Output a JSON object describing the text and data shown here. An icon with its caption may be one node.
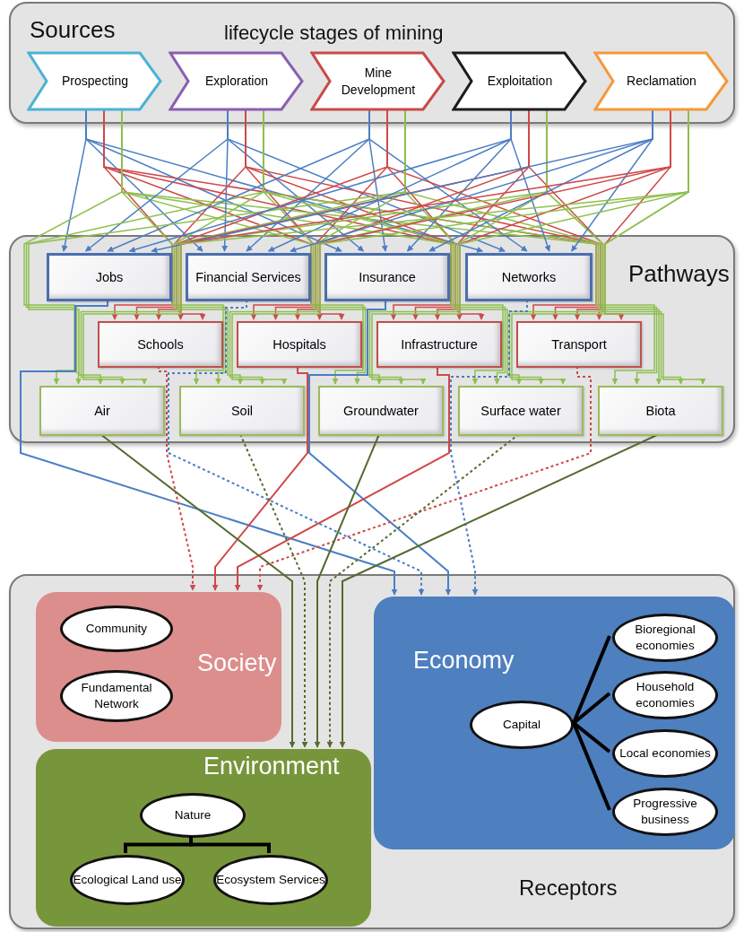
{
  "diagram": {
    "nodes": [
      {
        "text": [
          "Sources",
          "lifecycle stages of mining"
        ]
      },
      {
        "text": [
          "Prospecting"
        ],
        "in": 0
      },
      {
        "text": [
          "Exploration"
        ],
        "in": 0
      },
      {
        "text": [
          "Mine Development"
        ],
        "in": 0
      },
      {
        "text": [
          "Exploitation"
        ],
        "in": 0
      },
      {
        "text": [
          "Reclamation"
        ],
        "in": 0
      },
      {
        "text": [
          "Pathways"
        ]
      },
      {
        "text": [
          "Jobs"
        ],
        "in": 6
      },
      {
        "text": [
          "Financial Services"
        ],
        "in": 6
      },
      {
        "text": [
          "Insurance"
        ],
        "in": 6
      },
      {
        "text": [
          "Networks"
        ],
        "in": 6
      },
      {
        "text": [
          "Schools"
        ],
        "in": 6
      },
      {
        "text": [
          "Hospitals"
        ],
        "in": 6
      },
      {
        "text": [
          "Infrastructure"
        ],
        "in": 6
      },
      {
        "text": [
          "Transport"
        ],
        "in": 6
      },
      {
        "text": [
          "Air"
        ],
        "in": 6
      },
      {
        "text": [
          "Soil"
        ],
        "in": 6
      },
      {
        "text": [
          "Groundwater"
        ],
        "in": 6
      },
      {
        "text": [
          "Surface water"
        ],
        "in": 6
      },
      {
        "text": [
          "Biota"
        ],
        "in": 6
      },
      {
        "text": [
          "Receptors"
        ]
      },
      {
        "text": [
          "Society"
        ],
        "in": 20
      },
      {
        "text": [
          "Community"
        ],
        "in": 21
      },
      {
        "text": [
          "Fundamental Network"
        ],
        "in": 21
      },
      {
        "text": [
          "Environment"
        ],
        "in": 20
      },
      {
        "text": [
          "Nature"
        ],
        "in": 24
      },
      {
        "text": [
          "Ecological Land use"
        ],
        "in": 24
      },
      {
        "text": [
          "Ecosystem Services"
        ],
        "in": 24
      },
      {
        "text": [
          "Economy"
        ],
        "in": 20
      },
      {
        "text": [
          "Capital"
        ],
        "in": 28
      },
      {
        "text": [
          "Bioregional economies"
        ],
        "in": 28
      },
      {
        "text": [
          "Household economies"
        ],
        "in": 28
      },
      {
        "text": [
          "Local economies"
        ],
        "in": 28
      },
      {
        "text": [
          "Progressive business"
        ],
        "in": 28
      }
    ],
    "edges": [
      {
        "from": 1,
        "to": 7,
        "arrow": "to",
        "color": "#4a7ec4"
      },
      {
        "from": 1,
        "to": 8,
        "arrow": "to",
        "color": "#4a7ec4"
      },
      {
        "from": 1,
        "to": 9,
        "arrow": "to",
        "color": "#4a7ec4"
      },
      {
        "from": 1,
        "to": 10,
        "arrow": "to",
        "color": "#4a7ec4"
      },
      {
        "from": 1,
        "to": 11,
        "arrow": "to",
        "color": "#d04848"
      },
      {
        "from": 1,
        "to": 12,
        "arrow": "to",
        "color": "#d04848"
      },
      {
        "from": 1,
        "to": 13,
        "arrow": "to",
        "color": "#d04848"
      },
      {
        "from": 1,
        "to": 14,
        "arrow": "to",
        "color": "#d04848"
      },
      {
        "from": 1,
        "to": 15,
        "arrow": "to"
      },
      {
        "from": 1,
        "to": 16,
        "arrow": "to"
      },
      {
        "from": 1,
        "to": 17,
        "arrow": "to"
      },
      {
        "from": 1,
        "to": 18,
        "arrow": "to"
      },
      {
        "from": 1,
        "to": 19,
        "arrow": "to"
      },
      {
        "from": 2,
        "to": 7,
        "arrow": "to",
        "color": "#4a7ec4"
      },
      {
        "from": 2,
        "to": 8,
        "arrow": "to",
        "color": "#4a7ec4"
      },
      {
        "from": 2,
        "to": 9,
        "arrow": "to",
        "color": "#4a7ec4"
      },
      {
        "from": 2,
        "to": 10,
        "arrow": "to",
        "color": "#4a7ec4"
      },
      {
        "from": 2,
        "to": 11,
        "arrow": "to",
        "color": "#d04848"
      },
      {
        "from": 2,
        "to": 12,
        "arrow": "to",
        "color": "#d04848"
      },
      {
        "from": 2,
        "to": 13,
        "arrow": "to",
        "color": "#d04848"
      },
      {
        "from": 2,
        "to": 14,
        "arrow": "to",
        "color": "#d04848"
      },
      {
        "from": 2,
        "to": 15,
        "arrow": "to"
      },
      {
        "from": 2,
        "to": 16,
        "arrow": "to"
      },
      {
        "from": 2,
        "to": 17,
        "arrow": "to"
      },
      {
        "from": 2,
        "to": 18,
        "arrow": "to"
      },
      {
        "from": 2,
        "to": 19,
        "arrow": "to"
      },
      {
        "from": 3,
        "to": 7,
        "arrow": "to",
        "color": "#4a7ec4"
      },
      {
        "from": 3,
        "to": 8,
        "arrow": "to",
        "color": "#4a7ec4"
      },
      {
        "from": 3,
        "to": 9,
        "arrow": "to",
        "color": "#4a7ec4"
      },
      {
        "from": 3,
        "to": 10,
        "arrow": "to",
        "color": "#4a7ec4"
      },
      {
        "from": 3,
        "to": 11,
        "arrow": "to",
        "color": "#d04848"
      },
      {
        "from": 3,
        "to": 12,
        "arrow": "to",
        "color": "#d04848"
      },
      {
        "from": 3,
        "to": 13,
        "arrow": "to",
        "color": "#d04848"
      },
      {
        "from": 3,
        "to": 14,
        "arrow": "to",
        "color": "#d04848"
      },
      {
        "from": 3,
        "to": 15,
        "arrow": "to"
      },
      {
        "from": 3,
        "to": 16,
        "arrow": "to"
      },
      {
        "from": 3,
        "to": 17,
        "arrow": "to"
      },
      {
        "from": 3,
        "to": 18,
        "arrow": "to"
      },
      {
        "from": 3,
        "to": 19,
        "arrow": "to"
      },
      {
        "from": 4,
        "to": 7,
        "arrow": "to",
        "color": "#4a7ec4"
      },
      {
        "from": 4,
        "to": 8,
        "arrow": "to",
        "color": "#4a7ec4"
      },
      {
        "from": 4,
        "to": 9,
        "arrow": "to",
        "color": "#4a7ec4"
      },
      {
        "from": 4,
        "to": 10,
        "arrow": "to",
        "color": "#4a7ec4"
      },
      {
        "from": 4,
        "to": 11,
        "arrow": "to",
        "color": "#d04848"
      },
      {
        "from": 4,
        "to": 12,
        "arrow": "to",
        "color": "#d04848"
      },
      {
        "from": 4,
        "to": 13,
        "arrow": "to",
        "color": "#d04848"
      },
      {
        "from": 4,
        "to": 14,
        "arrow": "to",
        "color": "#d04848"
      },
      {
        "from": 4,
        "to": 15,
        "arrow": "to"
      },
      {
        "from": 4,
        "to": 16,
        "arrow": "to"
      },
      {
        "from": 4,
        "to": 17,
        "arrow": "to"
      },
      {
        "from": 4,
        "to": 18,
        "arrow": "to"
      },
      {
        "from": 4,
        "to": 19,
        "arrow": "to"
      },
      {
        "from": 5,
        "to": 7,
        "arrow": "to",
        "color": "#4a7ec4"
      },
      {
        "from": 5,
        "to": 8,
        "arrow": "to",
        "color": "#4a7ec4"
      },
      {
        "from": 5,
        "to": 9,
        "arrow": "to",
        "color": "#4a7ec4"
      },
      {
        "from": 5,
        "to": 10,
        "arrow": "to",
        "color": "#4a7ec4"
      },
      {
        "from": 5,
        "to": 11,
        "arrow": "to",
        "color": "#d04848"
      },
      {
        "from": 5,
        "to": 12,
        "arrow": "to",
        "color": "#d04848"
      },
      {
        "from": 5,
        "to": 13,
        "arrow": "to",
        "color": "#d04848"
      },
      {
        "from": 5,
        "to": 14,
        "arrow": "to",
        "color": "#d04848"
      },
      {
        "from": 5,
        "to": 15,
        "arrow": "to"
      },
      {
        "from": 5,
        "to": 16,
        "arrow": "to"
      },
      {
        "from": 5,
        "to": 17,
        "arrow": "to"
      },
      {
        "from": 5,
        "to": 18,
        "arrow": "to"
      },
      {
        "from": 5,
        "to": 19,
        "arrow": "to"
      },
      {
        "from": 7,
        "to": 28,
        "arrow": "to",
        "color": "#4a7ec4"
      },
      {
        "from": 8,
        "to": 28,
        "arrow": "to",
        "color": "#4a7ec4",
        "style": "dashed"
      },
      {
        "from": 9,
        "to": 28,
        "arrow": "to",
        "color": "#4a7ec4"
      },
      {
        "from": 10,
        "to": 28,
        "arrow": "to",
        "color": "#4a7ec4",
        "style": "dashed"
      },
      {
        "from": 11,
        "to": 21,
        "arrow": "to",
        "color": "#d04848",
        "style": "dashed"
      },
      {
        "from": 12,
        "to": 21,
        "arrow": "to",
        "color": "#d04848"
      },
      {
        "from": 13,
        "to": 21,
        "arrow": "to",
        "color": "#d04848"
      },
      {
        "from": 14,
        "to": 21,
        "arrow": "to",
        "color": "#d04848",
        "style": "dashed"
      },
      {
        "from": 15,
        "to": 24,
        "arrow": "to",
        "color": "#556b2f"
      },
      {
        "from": 16,
        "to": 24,
        "arrow": "to",
        "color": "#556b2f",
        "style": "dashed"
      },
      {
        "from": 17,
        "to": 24,
        "arrow": "to",
        "color": "#556b2f"
      },
      {
        "from": 18,
        "to": 24,
        "arrow": "to",
        "color": "#556b2f",
        "style": "dashed"
      },
      {
        "from": 19,
        "to": 24,
        "arrow": "to",
        "color": "#556b2f"
      },
      {
        "from": 29,
        "to": 30,
        "arrow": "none",
        "color": "#000000",
        "style": "thick"
      },
      {
        "from": 29,
        "to": 31,
        "arrow": "none",
        "color": "#000000",
        "style": "thick"
      },
      {
        "from": 29,
        "to": 32,
        "arrow": "none",
        "color": "#000000",
        "style": "thick"
      },
      {
        "from": 29,
        "to": 33,
        "arrow": "none",
        "color": "#000000",
        "style": "thick"
      },
      {
        "from": 25,
        "to": 26,
        "arrow": "none",
        "color": "#000000",
        "style": "thick"
      },
      {
        "from": 25,
        "to": 27,
        "arrow": "none",
        "color": "#000000",
        "style": "thick"
      }
    ]
  }
}
